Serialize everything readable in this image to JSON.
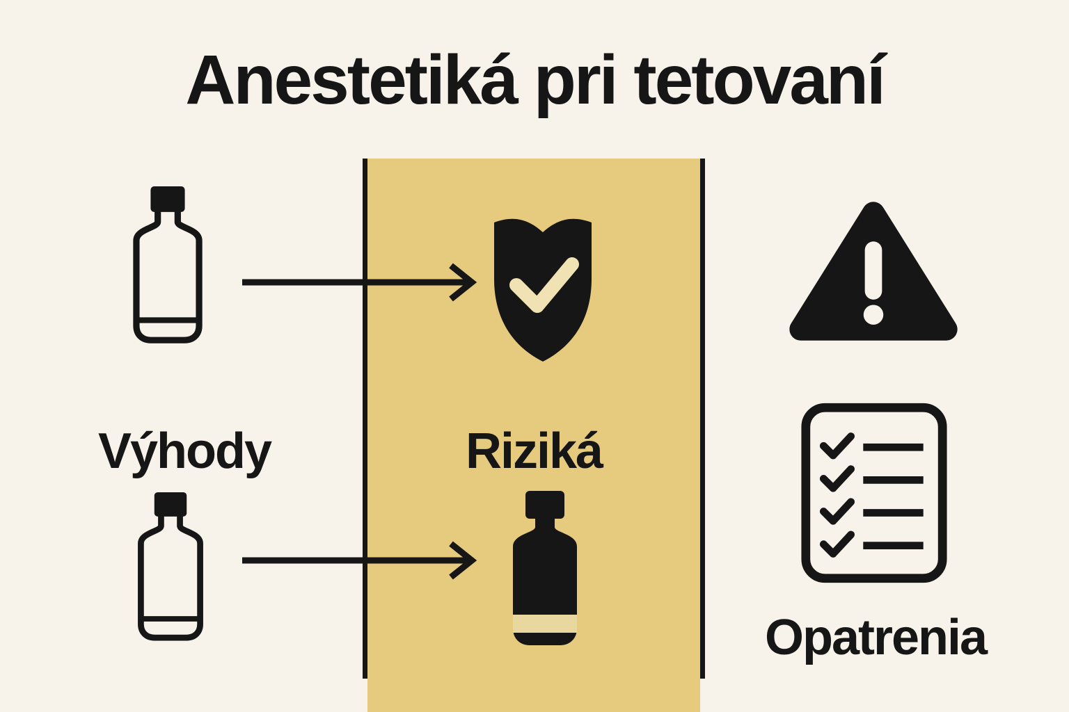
{
  "title": "Anestetiká pri tetovaní",
  "sections": {
    "benefits": {
      "label": "Výhody"
    },
    "risks": {
      "label": "Riziká"
    },
    "precautions": {
      "label": "Opatrenia"
    }
  },
  "icons": {
    "benefits_top": "medicine-bottle-outline-icon",
    "benefits_bottom": "medicine-bottle-outline-icon",
    "risks_shield": "shield-check-icon",
    "risks_bottle": "medicine-bottle-filled-icon",
    "precautions_warning": "warning-triangle-icon",
    "precautions_checklist": "checklist-icon",
    "arrow_top": "arrow-right-icon",
    "arrow_bottom": "arrow-right-icon"
  },
  "colors": {
    "background": "#F7F3EA",
    "panel": "#E6CA7D",
    "ink": "#161616",
    "check_on_shield": "#F0E2B2",
    "bottle_band": "#E8D8A0"
  }
}
